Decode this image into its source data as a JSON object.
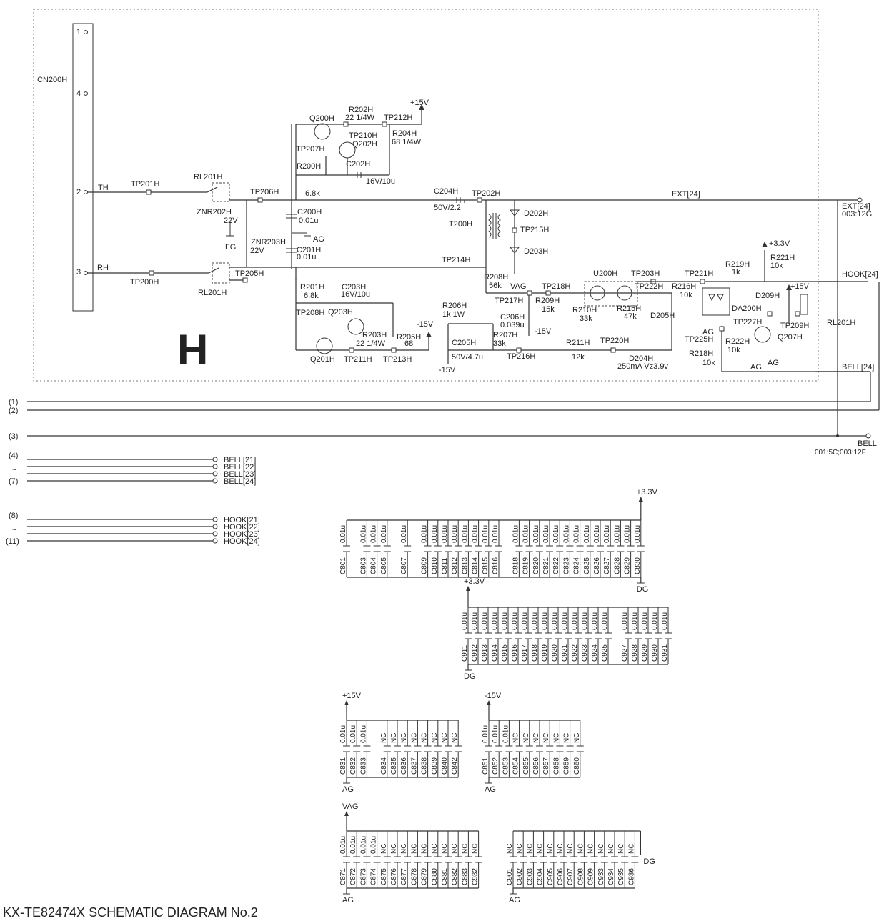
{
  "title": "KX-TE82474X SCHEMATIC DIAGRAM No.2",
  "section_letter": "H",
  "connector": {
    "name": "CN200H",
    "pins": [
      "1",
      "4",
      "2",
      "3"
    ],
    "pin_signals": {
      "TH": "TH",
      "RH": "RH"
    }
  },
  "outputs": {
    "ext": "EXT[24]",
    "ext_ref": "003:12G",
    "ext_net": "EXT[24]",
    "hook": "HOOK[24]",
    "bell24": "BELL[24]",
    "bell": "BELL",
    "bell_ref": "001:5C;003:12F"
  },
  "bus_lines": [
    "(1)",
    "(2)",
    "(3)",
    "(4)",
    "(7)",
    "(8)",
    "(11)"
  ],
  "bus_tilde": "~",
  "bell_nets": [
    "BELL[21]",
    "BELL[22]",
    "BELL[23]",
    "BELL[24]"
  ],
  "hook_nets": [
    "HOOK[21]",
    "HOOK[22]",
    "HOOK[23]",
    "HOOK[24]"
  ],
  "labels": [
    {
      "id": "tp201h",
      "text": "TP201H"
    },
    {
      "id": "rl201h_a",
      "text": "RL201H"
    },
    {
      "id": "tp206h",
      "text": "TP206H"
    },
    {
      "id": "r68k",
      "text": "6.8k"
    },
    {
      "id": "znr202h",
      "text": "ZNR202H"
    },
    {
      "id": "znr202h_v",
      "text": "22V"
    },
    {
      "id": "fg",
      "text": "FG"
    },
    {
      "id": "znr203h",
      "text": "ZNR203H"
    },
    {
      "id": "znr203h_v",
      "text": "22V"
    },
    {
      "id": "c200h",
      "text": "C200H"
    },
    {
      "id": "c200h_v",
      "text": "0.01u"
    },
    {
      "id": "ag1",
      "text": "AG"
    },
    {
      "id": "c201h",
      "text": "C201H"
    },
    {
      "id": "c201h_v",
      "text": "0.01u"
    },
    {
      "id": "tp205h",
      "text": "TP205H"
    },
    {
      "id": "tp200h",
      "text": "TP200H"
    },
    {
      "id": "rl201h_b",
      "text": "RL201H"
    },
    {
      "id": "q200h",
      "text": "Q200H"
    },
    {
      "id": "r202h",
      "text": "R202H"
    },
    {
      "id": "r202h_v",
      "text": "22 1/4W"
    },
    {
      "id": "tp212h",
      "text": "TP212H"
    },
    {
      "id": "p15v_a",
      "text": "+15V"
    },
    {
      "id": "tp210h",
      "text": "TP210H"
    },
    {
      "id": "r204h",
      "text": "R204H"
    },
    {
      "id": "r204h_v",
      "text": "68 1/4W"
    },
    {
      "id": "q202h",
      "text": "Q202H"
    },
    {
      "id": "tp207h",
      "text": "TP207H"
    },
    {
      "id": "r200h",
      "text": "R200H"
    },
    {
      "id": "c202h",
      "text": "C202H"
    },
    {
      "id": "c202h_v",
      "text": "16V/10u"
    },
    {
      "id": "c204h",
      "text": "C204H"
    },
    {
      "id": "c204h_v",
      "text": "50V/2.2"
    },
    {
      "id": "tp202h",
      "text": "TP202H"
    },
    {
      "id": "t200h",
      "text": "T200H"
    },
    {
      "id": "d202h",
      "text": "D202H"
    },
    {
      "id": "tp215h",
      "text": "TP215H"
    },
    {
      "id": "d203h",
      "text": "D203H"
    },
    {
      "id": "tp214h",
      "text": "TP214H"
    },
    {
      "id": "r208h",
      "text": "R208H"
    },
    {
      "id": "r208h_v",
      "text": "56k"
    },
    {
      "id": "vag",
      "text": "VAG"
    },
    {
      "id": "tp217h",
      "text": "TP217H"
    },
    {
      "id": "tp218h",
      "text": "TP218H"
    },
    {
      "id": "r209h",
      "text": "R209H"
    },
    {
      "id": "r209h_v",
      "text": "15k"
    },
    {
      "id": "r210h",
      "text": "R210H"
    },
    {
      "id": "r210h_v",
      "text": "33k"
    },
    {
      "id": "u200h",
      "text": "U200H"
    },
    {
      "id": "tp203h",
      "text": "TP203H"
    },
    {
      "id": "tp222h",
      "text": "TP222H"
    },
    {
      "id": "r215h",
      "text": "R215H"
    },
    {
      "id": "r215h_v",
      "text": "47k"
    },
    {
      "id": "d205h",
      "text": "D205H"
    },
    {
      "id": "r216h",
      "text": "R216H"
    },
    {
      "id": "r216h_v",
      "text": "10k"
    },
    {
      "id": "tp221h",
      "text": "TP221H"
    },
    {
      "id": "r219h",
      "text": "R219H"
    },
    {
      "id": "r219h_v",
      "text": "1k"
    },
    {
      "id": "p33v_a",
      "text": "+3.3V"
    },
    {
      "id": "r221h",
      "text": "R221H"
    },
    {
      "id": "r221h_v",
      "text": "10k"
    },
    {
      "id": "d209h",
      "text": "D209H"
    },
    {
      "id": "p15v_b",
      "text": "+15V"
    },
    {
      "id": "rl201h_c",
      "text": "RL201H"
    },
    {
      "id": "da200h",
      "text": "DA200H"
    },
    {
      "id": "tp227h",
      "text": "TP227H"
    },
    {
      "id": "tp209h",
      "text": "TP209H"
    },
    {
      "id": "ag2",
      "text": "AG"
    },
    {
      "id": "tp225h",
      "text": "TP225H"
    },
    {
      "id": "r222h",
      "text": "R222H"
    },
    {
      "id": "r222h_v",
      "text": "10k"
    },
    {
      "id": "q207h",
      "text": "Q207H"
    },
    {
      "id": "r218h",
      "text": "R218H"
    },
    {
      "id": "r218h_v",
      "text": "10k"
    },
    {
      "id": "ag3",
      "text": "AG"
    },
    {
      "id": "ag4",
      "text": "AG"
    },
    {
      "id": "r201h",
      "text": "R201H"
    },
    {
      "id": "r201h_v",
      "text": "6.8k"
    },
    {
      "id": "c203h",
      "text": "C203H"
    },
    {
      "id": "c203h_v",
      "text": "16V/10u"
    },
    {
      "id": "tp208h",
      "text": "TP208H"
    },
    {
      "id": "q203h",
      "text": "Q203H"
    },
    {
      "id": "r203h",
      "text": "R203H"
    },
    {
      "id": "r203h_v",
      "text": "22 1/4W"
    },
    {
      "id": "r205h",
      "text": "R205H"
    },
    {
      "id": "r205h_v",
      "text": "68"
    },
    {
      "id": "m15v_a",
      "text": "-15V"
    },
    {
      "id": "q201h",
      "text": "Q201H"
    },
    {
      "id": "tp211h",
      "text": "TP211H"
    },
    {
      "id": "tp213h",
      "text": "TP213H"
    },
    {
      "id": "r206h",
      "text": "R206H"
    },
    {
      "id": "r206h_v",
      "text": "1k 1W"
    },
    {
      "id": "r207h",
      "text": "R207H"
    },
    {
      "id": "r207h_v",
      "text": "33k"
    },
    {
      "id": "c205h",
      "text": "C205H"
    },
    {
      "id": "c205h_v",
      "text": "50V/4.7u"
    },
    {
      "id": "m15v_b",
      "text": "-15V"
    },
    {
      "id": "c206h",
      "text": "C206H"
    },
    {
      "id": "c206h_v",
      "text": "0.039u"
    },
    {
      "id": "m15v_c",
      "text": "-15V"
    },
    {
      "id": "tp216h",
      "text": "TP216H"
    },
    {
      "id": "r211h",
      "text": "R211H"
    },
    {
      "id": "r211h_v",
      "text": "12k"
    },
    {
      "id": "tp220h",
      "text": "TP220H"
    },
    {
      "id": "d204h",
      "text": "D204H"
    },
    {
      "id": "d204h_v",
      "text": "250mA Vz3.9v"
    }
  ],
  "bypass_groups": [
    {
      "rail": "+3.3V",
      "gnd": "DG",
      "values": [
        "0.01u",
        "",
        "0.01u",
        "0.01u",
        "0.01u",
        "",
        "0.01u",
        "",
        "0.01u",
        "0.01u",
        "0.01u",
        "0.01u",
        "0.01u",
        "0.01u",
        "0.01u",
        "0.01u",
        "",
        "0.01u",
        "0.01u",
        "0.01u",
        "0.01u",
        "0.01u",
        "0.01u",
        "0.01u",
        "0.01u",
        "0.01u",
        "0.01u",
        "0.01u",
        "0.01u",
        "0.01u"
      ],
      "refs": [
        "C801",
        "",
        "C803",
        "C804",
        "C805",
        "",
        "C807",
        "",
        "C809",
        "C810",
        "C811",
        "C812",
        "C813",
        "C814",
        "C815",
        "C816",
        "",
        "C818",
        "C819",
        "C820",
        "C821",
        "C822",
        "C823",
        "C824",
        "C825",
        "C826",
        "C827",
        "C828",
        "C829",
        "C830"
      ]
    },
    {
      "rail": "+3.3V",
      "gnd": "DG",
      "values": [
        "0.01u",
        "0.01u",
        "0.01u",
        "0.01u",
        "0.01u",
        "0.01u",
        "0.01u",
        "0.01u",
        "0.01u",
        "0.01u",
        "0.01u",
        "0.01u",
        "0.01u",
        "0.01u",
        "0.01u",
        "",
        "0.01u",
        "0.01u",
        "0.01u",
        "0.01u",
        "0.01u"
      ],
      "refs": [
        "C911",
        "C912",
        "C913",
        "C914",
        "C915",
        "C916",
        "C917",
        "C918",
        "C919",
        "C920",
        "C921",
        "C922",
        "C923",
        "C924",
        "C925",
        "",
        "C927",
        "C928",
        "C929",
        "C930",
        "C931"
      ]
    },
    {
      "rail": "+15V",
      "gnd": "AG",
      "values": [
        "0.01u",
        "0.01u",
        "0.01u",
        "",
        "NC",
        "NC",
        "NC",
        "NC",
        "NC",
        "NC",
        "NC",
        "NC"
      ],
      "refs": [
        "C831",
        "C832",
        "C833",
        "",
        "C834",
        "C835",
        "C836",
        "C837",
        "C838",
        "C839",
        "C840",
        "C842"
      ]
    },
    {
      "rail": "-15V",
      "gnd": "AG",
      "values": [
        "0.01u",
        "0.01u",
        "0.01u",
        "NC",
        "NC",
        "NC",
        "NC",
        "NC",
        "NC",
        "NC"
      ],
      "refs": [
        "C851",
        "C852",
        "C853",
        "C854",
        "C855",
        "C856",
        "C857",
        "C858",
        "C859",
        "C860"
      ]
    },
    {
      "rail": "VAG",
      "gnd": "AG",
      "values": [
        "0.01u",
        "0.01u",
        "0.01u",
        "0.01u",
        "NC",
        "NC",
        "NC",
        "NC",
        "NC",
        "NC",
        "NC",
        "NC",
        "NC",
        "NC"
      ],
      "refs": [
        "C871",
        "C872",
        "C873",
        "C874",
        "C875",
        "C876",
        "C877",
        "C878",
        "C879",
        "C880",
        "C881",
        "C882",
        "C883",
        "C932"
      ]
    },
    {
      "rail": "",
      "gnd": "DG",
      "gnd2": "AG",
      "values": [
        "NC",
        "NC",
        "NC",
        "NC",
        "NC",
        "NC",
        "NC",
        "NC",
        "NC",
        "NC",
        "NC",
        "NC",
        "NC"
      ],
      "refs": [
        "C901",
        "C902",
        "C903",
        "C904",
        "C905",
        "C906",
        "C907",
        "C908",
        "C909",
        "C933",
        "C934",
        "C935",
        "C936"
      ]
    }
  ]
}
